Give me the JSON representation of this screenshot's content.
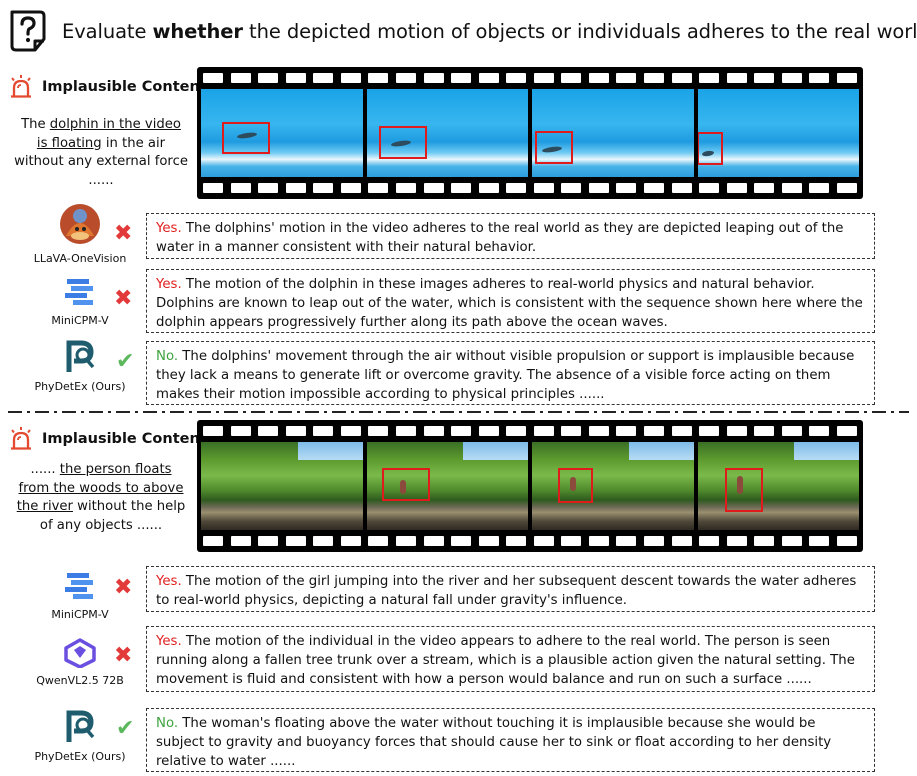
{
  "header": {
    "text_before": "Evaluate ",
    "text_bold": "whether",
    "text_after": " the depicted motion of objects or individuals adheres to the real world."
  },
  "sections": [
    {
      "label": "Implausible Content",
      "description_prefix": "The ",
      "description_underlined": "dolphin in the video is floating",
      "description_suffix": " in the air without any external force ......",
      "scene": "ocean",
      "responses": [
        {
          "model": "LLaVA-OneVision",
          "verdict": "Yes.",
          "correct": false,
          "text": " The dolphins' motion in the video adheres to the real world as they are depicted leaping out of the water in a manner consistent with their natural behavior."
        },
        {
          "model": "MiniCPM-V",
          "verdict": "Yes.",
          "correct": false,
          "text": " The motion of the dolphin in these images adheres to real-world physics and natural behavior. Dolphins are known to leap out of the water, which is consistent with the sequence shown here where the dolphin appears progressively further along its path above the ocean waves."
        },
        {
          "model": "PhyDetEx (Ours)",
          "verdict": "No.",
          "correct": true,
          "text": " The dolphins' movement through the air without visible propulsion or support is implausible because they lack a means to generate lift or overcome gravity. The absence of a visible force acting on them makes their motion impossible according to physical principles ......"
        }
      ]
    },
    {
      "label": "Implausible Content",
      "description_prefix": "...... ",
      "description_underlined": "the person floats from the woods to above the river",
      "description_suffix": " without the help of any objects ......",
      "scene": "forest",
      "responses": [
        {
          "model": "MiniCPM-V",
          "verdict": "Yes.",
          "correct": false,
          "text": " The motion of the girl jumping into the river and her subsequent descent towards the water adheres to real-world physics, depicting a natural fall under gravity's influence."
        },
        {
          "model": "QwenVL2.5 72B",
          "verdict": "Yes.",
          "correct": false,
          "text": " The motion of the individual in the video appears to adhere to the real world. The person is seen running along a fallen tree trunk over a stream, which is a plausible action given the natural setting. The movement is fluid and consistent with how a person would balance and run on such a surface ......"
        },
        {
          "model": "PhyDetEx (Ours)",
          "verdict": "No.",
          "correct": true,
          "text": " The woman's floating above the water without touching it is implausible because she would be subject to gravity and buoyancy forces that should cause her to sink or float according to her density relative to water ......"
        }
      ]
    }
  ],
  "marks": {
    "wrong": "✖",
    "right": "✔"
  },
  "colors": {
    "yes": "#e12020",
    "no": "#3ea33e",
    "bbox": "#e01b1b"
  },
  "icons": {
    "question": "question-mark-icon",
    "alarm": "alarm-icon"
  }
}
